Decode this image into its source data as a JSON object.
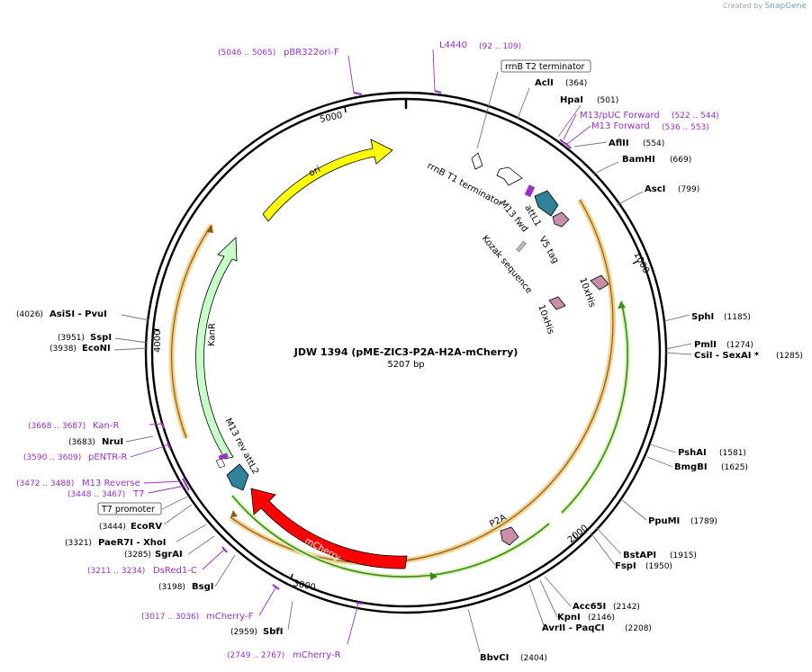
{
  "brand": {
    "prefix": "Created by",
    "name": "SnapGene"
  },
  "plasmid": {
    "name": "JDW 1394 (pME-ZIC3-P2A-H2A-mCherry)",
    "length": "5207 bp"
  },
  "ticks": [
    "1000",
    "2000",
    "3000",
    "4000",
    "5000"
  ],
  "sites": [
    {
      "name": "AclI",
      "pos": "(364)"
    },
    {
      "name": "HpaI",
      "pos": "(501)"
    },
    {
      "name": "AflII",
      "pos": "(554)"
    },
    {
      "name": "BamHI",
      "pos": "(669)"
    },
    {
      "name": "AscI",
      "pos": "(799)"
    },
    {
      "name": "SphI",
      "pos": "(1185)"
    },
    {
      "name": "PmlI",
      "pos": "(1274)"
    },
    {
      "name": "CsiI - SexAI *",
      "pos": "(1285)"
    },
    {
      "name": "PshAI",
      "pos": "(1581)"
    },
    {
      "name": "BmgBI",
      "pos": "(1625)"
    },
    {
      "name": "PpuMI",
      "pos": "(1789)"
    },
    {
      "name": "BstAPI",
      "pos": "(1915)"
    },
    {
      "name": "FspI",
      "pos": "(1950)"
    },
    {
      "name": "Acc65I",
      "pos": "(2142)"
    },
    {
      "name": "KpnI",
      "pos": "(2146)"
    },
    {
      "name": "AvrII - PaqCI",
      "pos": "(2208)"
    },
    {
      "name": "BbvCI",
      "pos": "(2404)"
    },
    {
      "name": "SbfI",
      "pos": "(2959)"
    },
    {
      "name": "BsgI",
      "pos": "(3198)"
    },
    {
      "name": "SgrAI",
      "pos": "(3285)"
    },
    {
      "name": "PaeR7I - XhoI",
      "pos": "(3321)"
    },
    {
      "name": "EcoRV",
      "pos": "(3444)"
    },
    {
      "name": "NruI",
      "pos": "(3683)"
    },
    {
      "name": "EcoNI",
      "pos": "(3938)"
    },
    {
      "name": "SspI",
      "pos": "(3951)"
    },
    {
      "name": "AsiSI - PvuI",
      "pos": "(4026)"
    }
  ],
  "primers": [
    {
      "name": "pBR322ori-F",
      "pos": "(5046 .. 5065)"
    },
    {
      "name": "L4440",
      "pos": "(92 .. 109)"
    },
    {
      "name": "M13/pUC Forward",
      "pos": "(522 .. 544)"
    },
    {
      "name": "M13 Forward",
      "pos": "(536 .. 553)"
    },
    {
      "name": "Kan-R",
      "pos": "(3668 .. 3687)"
    },
    {
      "name": "pENTR-R",
      "pos": "(3590 .. 3609)"
    },
    {
      "name": "M13 Reverse",
      "pos": "(3472 .. 3488)"
    },
    {
      "name": "T7",
      "pos": "(3448 .. 3467)"
    },
    {
      "name": "DsRed1-C",
      "pos": "(3211 .. 3234)"
    },
    {
      "name": "mCherry-F",
      "pos": "(3017 .. 3036)"
    },
    {
      "name": "mCherry-R",
      "pos": "(2749 .. 2767)"
    }
  ],
  "boxed_features": [
    "rrnB T2 terminator",
    "T7 promoter"
  ],
  "features": [
    "ori",
    "KanR",
    "mCherry",
    "rrnB T1 terminator",
    "M13 fwd",
    "attL1",
    "V5 tag",
    "Kozak sequence",
    "10xHis",
    "10xHis",
    "P2A",
    "M13 rev",
    "attL2"
  ],
  "colors": {
    "ori": "#ffff00",
    "kanR": "#c8ffc8",
    "mCherry": "#ff0000",
    "att": "#2e8299",
    "tag": "#c88fa8",
    "primer": "#9b30c8",
    "orf": "#3a8a1a",
    "orfHalo": "#f5d08a",
    "backbone": "#000000"
  }
}
